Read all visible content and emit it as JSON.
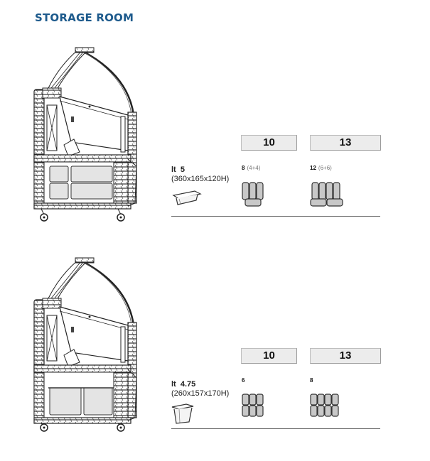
{
  "page": {
    "title": "STORAGE ROOM"
  },
  "sections": [
    {
      "columns": [
        {
          "label": "10",
          "count": "8",
          "count_detail": "(4+4)"
        },
        {
          "label": "13",
          "count": "12",
          "count_detail": "(6+6)"
        }
      ],
      "pan": {
        "unit": "lt",
        "capacity": "5",
        "dimensions": "(360x165x120H)",
        "icon": "shallow-gastronorm-pan-icon"
      }
    },
    {
      "columns": [
        {
          "label": "10",
          "count": "6",
          "count_detail": ""
        },
        {
          "label": "13",
          "count": "8",
          "count_detail": ""
        }
      ],
      "pan": {
        "unit": "lt",
        "capacity": "4.75",
        "dimensions": "(260x157x170H)",
        "icon": "deep-gastronorm-pan-icon"
      }
    }
  ],
  "colors": {
    "title": "#1d5a8c",
    "size_box_bg": "#ececec",
    "pan_fill": "#c8c8c8",
    "rule": "#6b6b6b"
  }
}
